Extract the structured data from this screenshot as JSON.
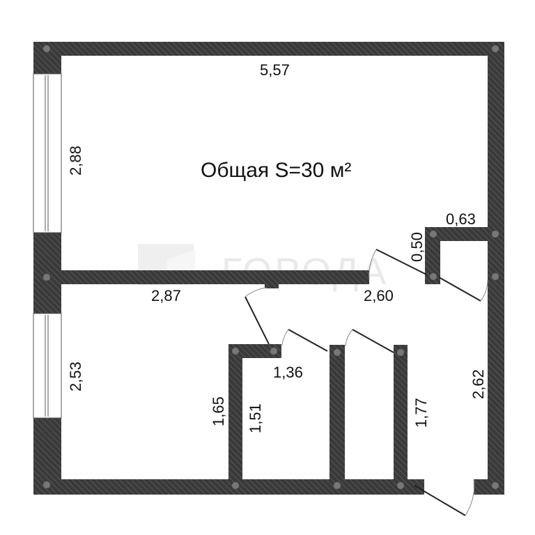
{
  "plan": {
    "title": "Общая S=30 м²",
    "watermark": "ГОРОДА",
    "colors": {
      "wall": "#3a3a3a",
      "hatch": "#6a6a6a",
      "node": "#777777",
      "background": "#ffffff",
      "watermark": "#e9e9e9"
    },
    "dimensions": {
      "top_width": "5,57",
      "room1_height": "2,88",
      "closet_width": "0,63",
      "closet_depth": "0,50",
      "partition_left": "2,87",
      "partition_right": "2,60",
      "room2_height": "2,53",
      "bath_outer": "1,65",
      "bath_inner": "1,51",
      "bath_width": "1,36",
      "wc_length": "1,77",
      "hall_length": "2,62"
    }
  }
}
